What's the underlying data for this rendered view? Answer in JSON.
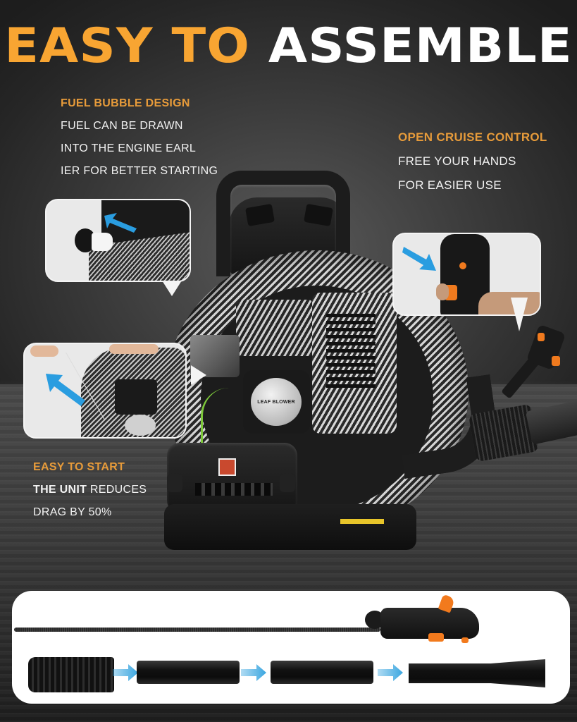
{
  "headline": {
    "part1": "EASY TO",
    "part2": "ASSEMBLE",
    "colors": {
      "part1": "#f8a532",
      "part2": "#ffffff"
    }
  },
  "features": {
    "fuel_bubble": {
      "title": "FUEL BUBBLE DESIGN",
      "lines": [
        "FUEL CAN BE DRAWN",
        "INTO THE ENGINE EARL",
        "IER FOR BETTER STARTING"
      ]
    },
    "cruise_control": {
      "title": "OPEN CRUISE CONTROL",
      "lines": [
        "FREE YOUR HANDS",
        "FOR EASIER USE"
      ]
    },
    "easy_start": {
      "title": "EASY TO START",
      "line1_bold": "THE UNIT",
      "line1_rest": " REDUCES",
      "line2": "DRAG BY 50%"
    }
  },
  "product": {
    "recoil_label": "LEAF BLOWER",
    "icons": [
      "backpack-leaf-blower-image",
      "fuel-primer-bulb-image",
      "throttle-handle-image",
      "pull-start-image"
    ]
  },
  "accessories": {
    "items": [
      "throttle-handle-with-cable",
      "flex-bellows-tube",
      "extension-tube-1",
      "extension-tube-2",
      "flat-nozzle"
    ],
    "arrow_color": "#3aa6e0"
  },
  "colors": {
    "accent_orange": "#e79b3a",
    "text_white": "#f2f2f2",
    "background": "#2e2e2e",
    "arrow_blue": "#3aa6e0",
    "trigger_orange": "#f27a1d"
  }
}
